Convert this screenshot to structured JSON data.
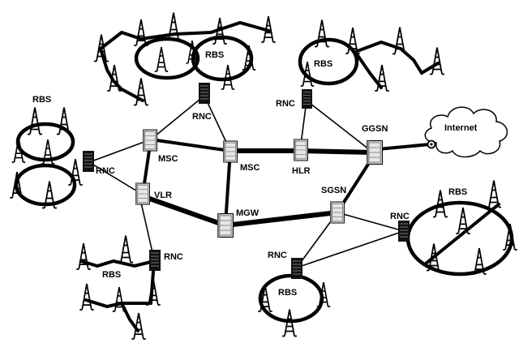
{
  "diagram": {
    "labels": {
      "rbs": "RBS",
      "rnc": "RNC",
      "msc": "MSC",
      "vlr": "VLR",
      "hlr": "HLR",
      "mgw": "MGW",
      "sgsn": "SGSN",
      "ggsn": "GGSN",
      "internet": "Internet"
    }
  }
}
